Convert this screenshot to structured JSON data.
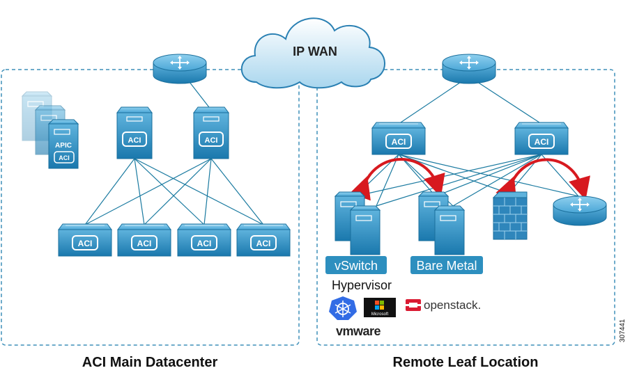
{
  "cloud": {
    "label": "IP WAN"
  },
  "main_dc": {
    "title": "ACI Main Datacenter",
    "apic_label": "APIC",
    "aci_label": "ACI"
  },
  "remote": {
    "title": "Remote Leaf Location",
    "vswitch_label": "vSwitch",
    "baremetal_label": "Bare Metal",
    "hypervisor_label": "Hypervisor",
    "vmware_label": "vmware",
    "openstack_label": "openstack.",
    "microsoft_label": "Microsoft"
  },
  "figure_id": "307441",
  "colors": {
    "device_blue": "#1f7fb2",
    "device_light": "#5fb3dd",
    "dash_border": "#3d8fb8",
    "link_teal": "#1a7aa0",
    "arrow_red": "#d7191f",
    "label_box": "#2d8fbf",
    "firewall": "#2f86bb"
  }
}
